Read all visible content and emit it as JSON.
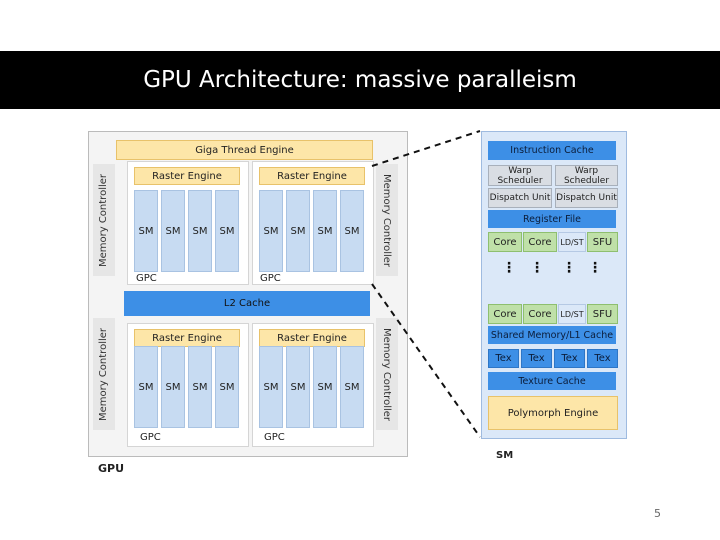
{
  "slide": {
    "title": "GPU Architecture: massive paralleism",
    "page_number": "5"
  },
  "gpu": {
    "label": "GPU",
    "giga_thread_engine": "Giga Thread Engine",
    "memory_controller": "Memory Controller",
    "l2_cache": "L2 Cache",
    "gpc_label": "GPC",
    "raster_engine": "Raster Engine",
    "sm_label": "SM"
  },
  "sm": {
    "label": "SM",
    "instruction_cache": "Instruction Cache",
    "warp_scheduler": "Warp Scheduler",
    "dispatch_unit": "Dispatch Unit",
    "register_file": "Register File",
    "core": "Core",
    "ldst": "LD/ST",
    "sfu": "SFU",
    "dots": "⋮",
    "shared_memory": "Shared Memory/L1 Cache",
    "tex": "Tex",
    "texture_cache": "Texture Cache",
    "polymorph_engine": "Polymorph Engine"
  },
  "colors": {
    "title_bar": "#000000",
    "raster_engine": "#fde6a8",
    "sm_block": "#c7dbf2",
    "l2_cache": "#3d8fe6",
    "core": "#bfe0a8"
  }
}
